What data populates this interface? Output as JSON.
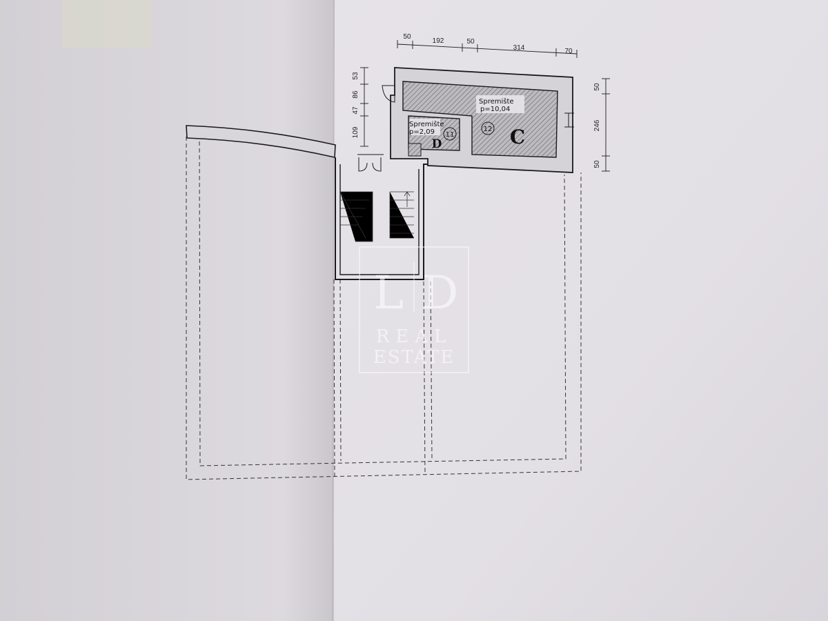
{
  "dimensions": {
    "top": [
      "50",
      "192",
      "50",
      "314",
      "70"
    ],
    "left": [
      "53",
      "86",
      "47",
      "109"
    ],
    "right": [
      "50",
      "246",
      "50"
    ]
  },
  "rooms": [
    {
      "name": "Spremište",
      "area": "p=10,04",
      "number": "12",
      "letter": "C"
    },
    {
      "name": "Spremište",
      "area": "p=2,09",
      "number": "11",
      "letter": "D"
    }
  ],
  "watermark": {
    "monogram_left": "L",
    "monogram_right": "D",
    "line1": "REAL",
    "line2": "ESTATE"
  },
  "colors": {
    "paper_left": "#d7d4da",
    "paper_right": "#e4e1e6",
    "ink": "#1a1a1a",
    "hatch": "#777777"
  }
}
